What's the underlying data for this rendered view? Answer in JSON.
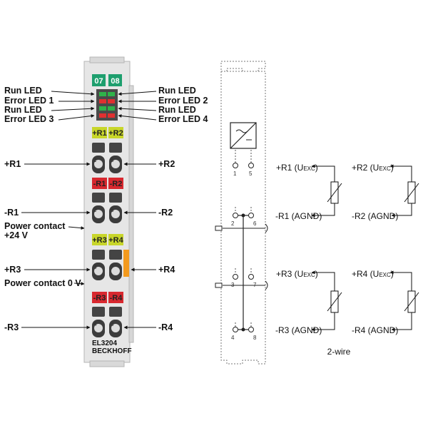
{
  "module": {
    "channel_tags": [
      "07",
      "08"
    ],
    "model": "EL3204",
    "brand": "BECKHOFF",
    "terminal_tags": [
      "+R1",
      "+R2",
      "-R1",
      "-R2",
      "+R3",
      "+R4",
      "-R3",
      "-R4"
    ],
    "pin_numbers": [
      "1",
      "5",
      "2",
      "6",
      "3",
      "7",
      "4",
      "8"
    ]
  },
  "left_labels": {
    "run_led_1": "Run LED",
    "error_led_1": "Error LED 1",
    "run_led_2": "Run LED",
    "error_led_3": "Error LED 3",
    "plus_r1": "+R1",
    "minus_r1": "-R1",
    "power_contact_24v_line1": "Power contact",
    "power_contact_24v_line2": "+24 V",
    "plus_r3": "+R3",
    "power_contact_0v": "Power contact 0 V",
    "minus_r3": "-R3"
  },
  "right_labels": {
    "run_led_1": "Run LED",
    "error_led_2": "Error LED 2",
    "run_led_2": "Run LED",
    "error_led_4": "Error LED 4",
    "plus_r2": "+R2",
    "minus_r2": "-R2",
    "plus_r4": "+R4",
    "minus_r4": "-R4"
  },
  "schematic": {
    "pins": [
      "1",
      "5",
      "2",
      "6",
      "3",
      "7",
      "4",
      "8"
    ],
    "sensors": [
      {
        "plus": "+R1 (U",
        "plus_sub": "EXC",
        "minus": "-R1 (AGND)"
      },
      {
        "plus": "+R2 (U",
        "plus_sub": "EXC",
        "minus": "-R2 (AGND)"
      },
      {
        "plus": "+R3 (U",
        "plus_sub": "EXC",
        "minus": "-R3 (AGND)"
      },
      {
        "plus": "+R4 (U",
        "plus_sub": "EXC",
        "minus": "-R4 (AGND)"
      }
    ],
    "wiring_mode": "2-wire"
  },
  "colors": {
    "green_tag": "#1e9f6e",
    "yellow_tag": "#c8d62a",
    "red_tag": "#d8282f",
    "housing": "#e4e4e4",
    "orange_contact": "#f39a1e",
    "led_green": "#2fb34a",
    "led_red": "#e03030"
  }
}
